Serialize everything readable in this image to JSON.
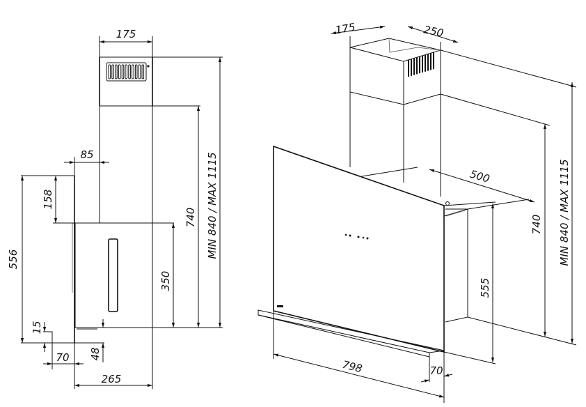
{
  "side_view": {
    "dim_chimney_width": "175",
    "dim_panel_offset": "85",
    "dim_panel_top": "158",
    "dim_panel_height": "556",
    "dim_body_height": "350",
    "dim_total_to_duct": "740",
    "dim_total_height": "MIN 840 / MAX 1115",
    "dim_lip": "15",
    "dim_lip_depth": "70",
    "dim_bottom_gap": "48",
    "dim_depth": "265"
  },
  "iso_view": {
    "dim_chimney_depth": "175",
    "dim_chimney_width": "250",
    "dim_depth": "500",
    "dim_total_to_duct": "740",
    "dim_total_height": "MIN 840 / MAX 1115",
    "dim_body_height": "555",
    "dim_width": "798",
    "dim_shelf": "70"
  },
  "colors": {
    "line": "#111111",
    "background": "#ffffff"
  }
}
